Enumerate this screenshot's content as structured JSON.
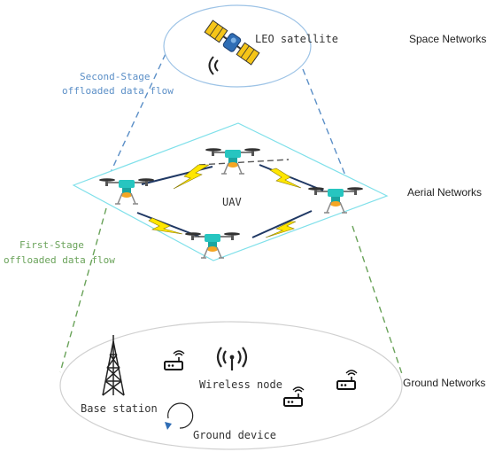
{
  "layers": {
    "space": "Space Networks",
    "aerial": "Aerial Networks",
    "ground": "Ground Networks"
  },
  "nodes": {
    "satellite": "LEO satellite",
    "uav": "UAV",
    "wireless_node": "Wireless node",
    "base_station": "Base station",
    "ground_device": "Ground device"
  },
  "flows": {
    "second_stage_line1": "Second-Stage",
    "second_stage_line2": "offloaded data flow",
    "first_stage_line1": "First-Stage",
    "first_stage_line2": "offloaded data flow"
  },
  "colors": {
    "second_stage": "#5b8fc7",
    "first_stage": "#6aa35a",
    "satellite_ellipse": "#9dc3e6",
    "aerial_plane": "#7fe0ea",
    "ground_ellipse": "#d0d0d0",
    "lightning": "#ffe600",
    "link": "#1f3864",
    "uav_body": "#27c5c0",
    "uav_accent": "#f5a623",
    "text": "#333333"
  }
}
